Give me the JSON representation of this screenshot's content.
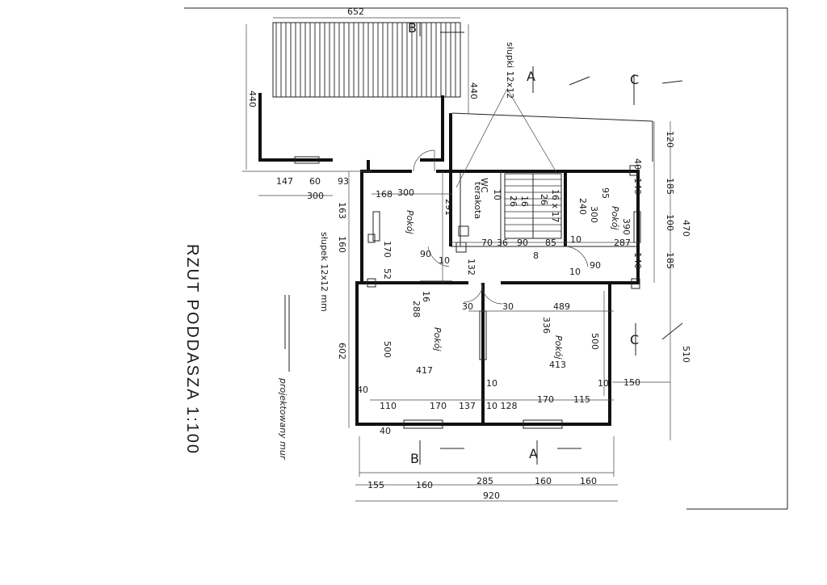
{
  "title": "RZUT PODDASZA 1:100",
  "legend": {
    "label": "projektowany mur"
  },
  "annotations": {
    "posts_top": "słupki 12x12",
    "post_left": "słupek 12x12 mm",
    "tiles": "terakota",
    "wc": "WC"
  },
  "sections": {
    "A_top": "A",
    "A_bottom": "A",
    "B_top": "B",
    "B_bottom": "B",
    "C_top": "C",
    "C_right": "C"
  },
  "rooms": {
    "room_top_left": "Pokój",
    "room_top_right": "Pokój",
    "room_bottom_left": "Pokój",
    "room_bottom_right": "Pokój"
  },
  "dimensions": {
    "top_width": "652",
    "left_balcony_h": "440",
    "right_balcony_h": "440",
    "d_147": "147",
    "d_60": "60",
    "d_93": "93",
    "d_300a": "300",
    "d_168": "168",
    "d_300b": "300",
    "d_291": "291",
    "d_163": "163",
    "d_160": "160",
    "d_170a": "170",
    "d_90a": "90",
    "d_10a": "10",
    "d_52": "52",
    "d_602": "602",
    "d_500a": "500",
    "d_417": "417",
    "d_288": "288",
    "d_30a": "30",
    "d_16": "16",
    "d_70": "70",
    "d_36": "36",
    "d_90b": "90",
    "d_85": "85",
    "d_8": "8",
    "d_132": "132",
    "d_10b": "10",
    "d_240": "240",
    "d_300c": "300",
    "d_95": "95",
    "d_287": "287",
    "d_390": "390",
    "d_90c": "90",
    "d_10c": "10",
    "d_140a": "140",
    "d_140b": "140",
    "d_40c": "40",
    "d_30b": "30",
    "d_489": "489",
    "d_336": "336",
    "d_500b": "500",
    "d_413": "413",
    "d_120": "120",
    "d_185a": "185",
    "d_100": "100",
    "d_185b": "185",
    "d_470": "470",
    "d_510": "510",
    "d_150": "150",
    "d_40a": "40",
    "d_40b": "40",
    "d_10d": "10",
    "d_10e": "10",
    "d_110": "110",
    "d_170b": "170",
    "d_137": "137",
    "d_10128": "10 128",
    "d_170c": "170",
    "d_115": "115",
    "d_155": "155",
    "d_160b": "160",
    "d_285": "285",
    "d_160c": "160",
    "d_160d": "160",
    "d_920": "920",
    "d_stair1": "16",
    "d_stair2": "26",
    "d_stair3": "16 x 17",
    "d_stair4": "26",
    "d_stair5": "10"
  }
}
